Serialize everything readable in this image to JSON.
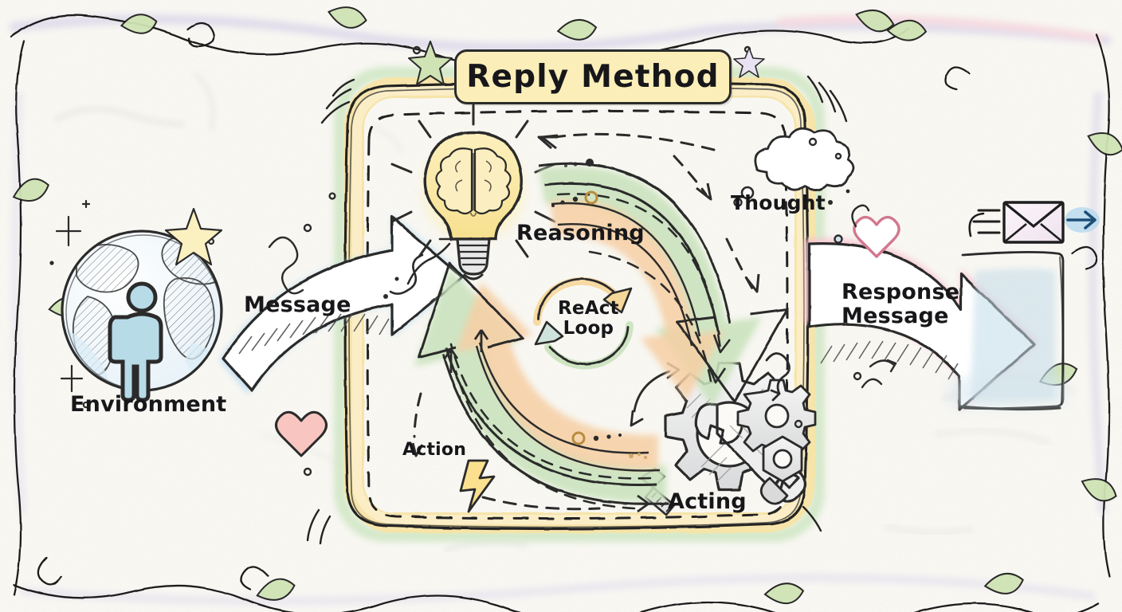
{
  "diagram": {
    "title": "Reply Method",
    "style": "hand-drawn sketch / whiteboard doodle",
    "background_color": "#fbfaf5"
  },
  "title_box": {
    "label": "Reply Method",
    "fill_color": "#fbeeb9",
    "stroke_color": "#2c2c2c"
  },
  "nodes": {
    "environment": {
      "label": "Environment",
      "icon": "globe-person-icon"
    },
    "reasoning": {
      "label": "Reasoning",
      "icon": "lightbulb-brain-icon"
    },
    "acting": {
      "label": "Acting",
      "icon": "gear-wrench-icon"
    },
    "react_loop": {
      "label_line1": "ReAct",
      "label_line2": "Loop",
      "icon": "circular-arrows-icon"
    }
  },
  "edges": {
    "message": {
      "label": "Message",
      "color": "#a9cdea",
      "direction": "environment-to-agent"
    },
    "thought": {
      "label": "Thought",
      "icon": "thought-bubble-icon",
      "direction": "reasoning-to-acting"
    },
    "action": {
      "label": "Action",
      "icon": "lightning-bolt-icon",
      "direction": "acting-to-reasoning"
    },
    "response_message": {
      "label_line1": "Response",
      "label_line2": "Message",
      "color": "#f7b9c8",
      "direction": "agent-to-user"
    }
  },
  "agent_frame": {
    "band_color": "#f7e4a8",
    "outline_color": "#2c2c2c",
    "dash_color": "#2c2c2c",
    "glow_color": "#cfe6c3"
  },
  "decorations": {
    "envelope_icon": "envelope-icon",
    "send_arrow_icon": "arrow-right-icon",
    "screen_icon": "screen-panel-icon",
    "star_icon": "star-icon",
    "heart_left_icon": "heart-icon",
    "heart_right_icon": "heart-icon",
    "sparkle_icons": [
      "sparkle-icon",
      "sparkle-icon",
      "sparkle-icon"
    ],
    "vine_border_icon": "vine-border-icon",
    "leaf_icon": "leaf-icon",
    "squiggle_icon": "squiggle-icon"
  },
  "palette": {
    "green": "#bcd9ae",
    "orange": "#f6c79a",
    "yellow": "#f7e4a8",
    "pink": "#f7b9c8",
    "blue": "#a9cdea",
    "ink": "#2c2c2c",
    "paper": "#fbfaf5",
    "lavender": "#cdc8e6"
  }
}
